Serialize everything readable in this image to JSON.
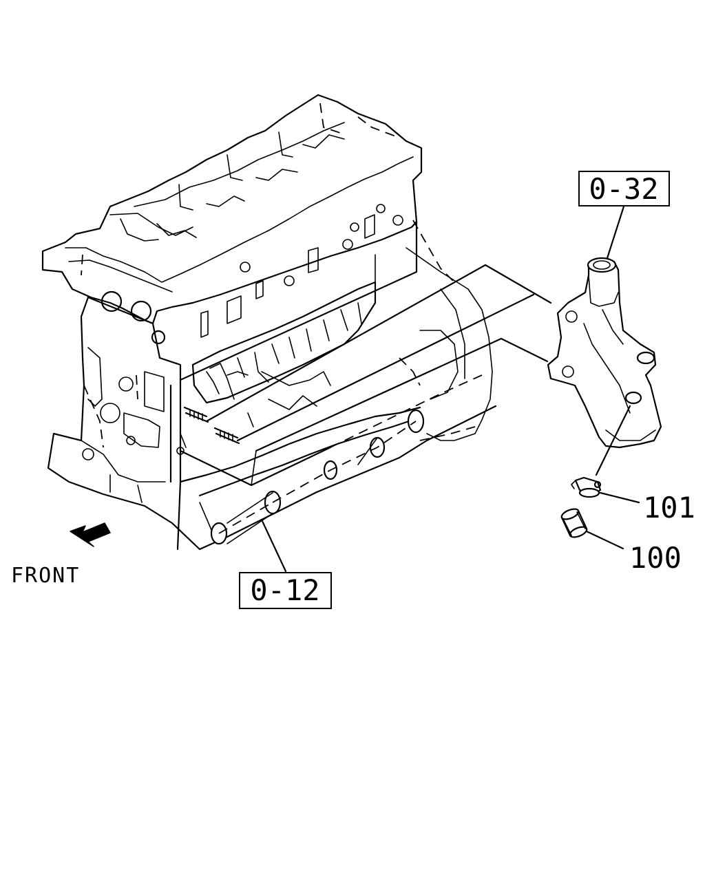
{
  "references": {
    "upper": "0-32",
    "lower": "0-12"
  },
  "parts": {
    "sensor": "101",
    "sleeve": "100"
  },
  "orientation": {
    "label": "FRONT"
  }
}
